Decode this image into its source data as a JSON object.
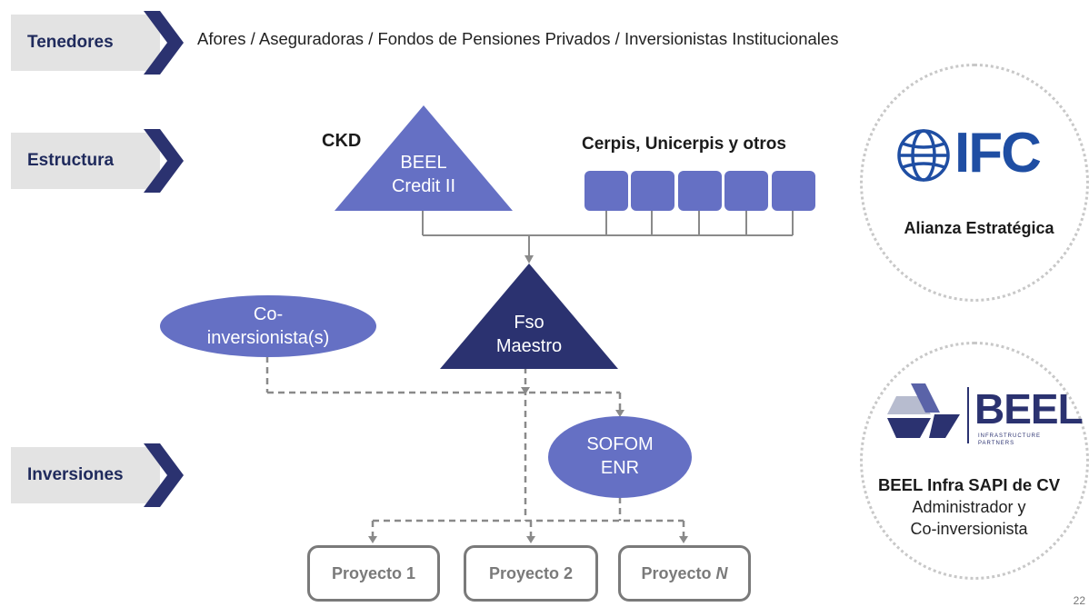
{
  "rows": {
    "tenedores": "Tenedores",
    "estructura": "Estructura",
    "inversiones": "Inversiones"
  },
  "tenedores_text": "Afores  / Aseguradoras / Fondos de Pensiones Privados / Inversionistas Institucionales",
  "structure": {
    "ckd_label": "CKD",
    "beel_credit_line1": "BEEL",
    "beel_credit_line2": "Credit II",
    "cerpis_label": "Cerpis, Unicerpis y otros",
    "fso_line1": "Fso",
    "fso_line2": "Maestro",
    "coinv_line1": "Co-",
    "coinv_line2": "inversionista(s)",
    "sofom_line1": "SOFOM",
    "sofom_line2": "ENR"
  },
  "projects": [
    {
      "prefix": "Proyecto ",
      "suffix": "1"
    },
    {
      "prefix": "Proyecto ",
      "suffix": "2"
    },
    {
      "prefix": "Proyecto ",
      "suffix": "N"
    }
  ],
  "partners": {
    "ifc_logo": "IFC",
    "ifc_caption": "Alianza Estratégica",
    "beel_logo": "BEEL",
    "beel_logo_sub": "INFRASTRUCTURE PARTNERS",
    "beel_caption_bold": "BEEL Infra SAPI de CV",
    "beel_caption_line2": "Administrador y",
    "beel_caption_line3": "Co-inversionista"
  },
  "page_number": "22",
  "colors": {
    "dark_navy": "#2b3270",
    "medium_blue": "#6570c4",
    "ifc_blue": "#1f4ea3",
    "gray_line": "#8a8a8a"
  }
}
